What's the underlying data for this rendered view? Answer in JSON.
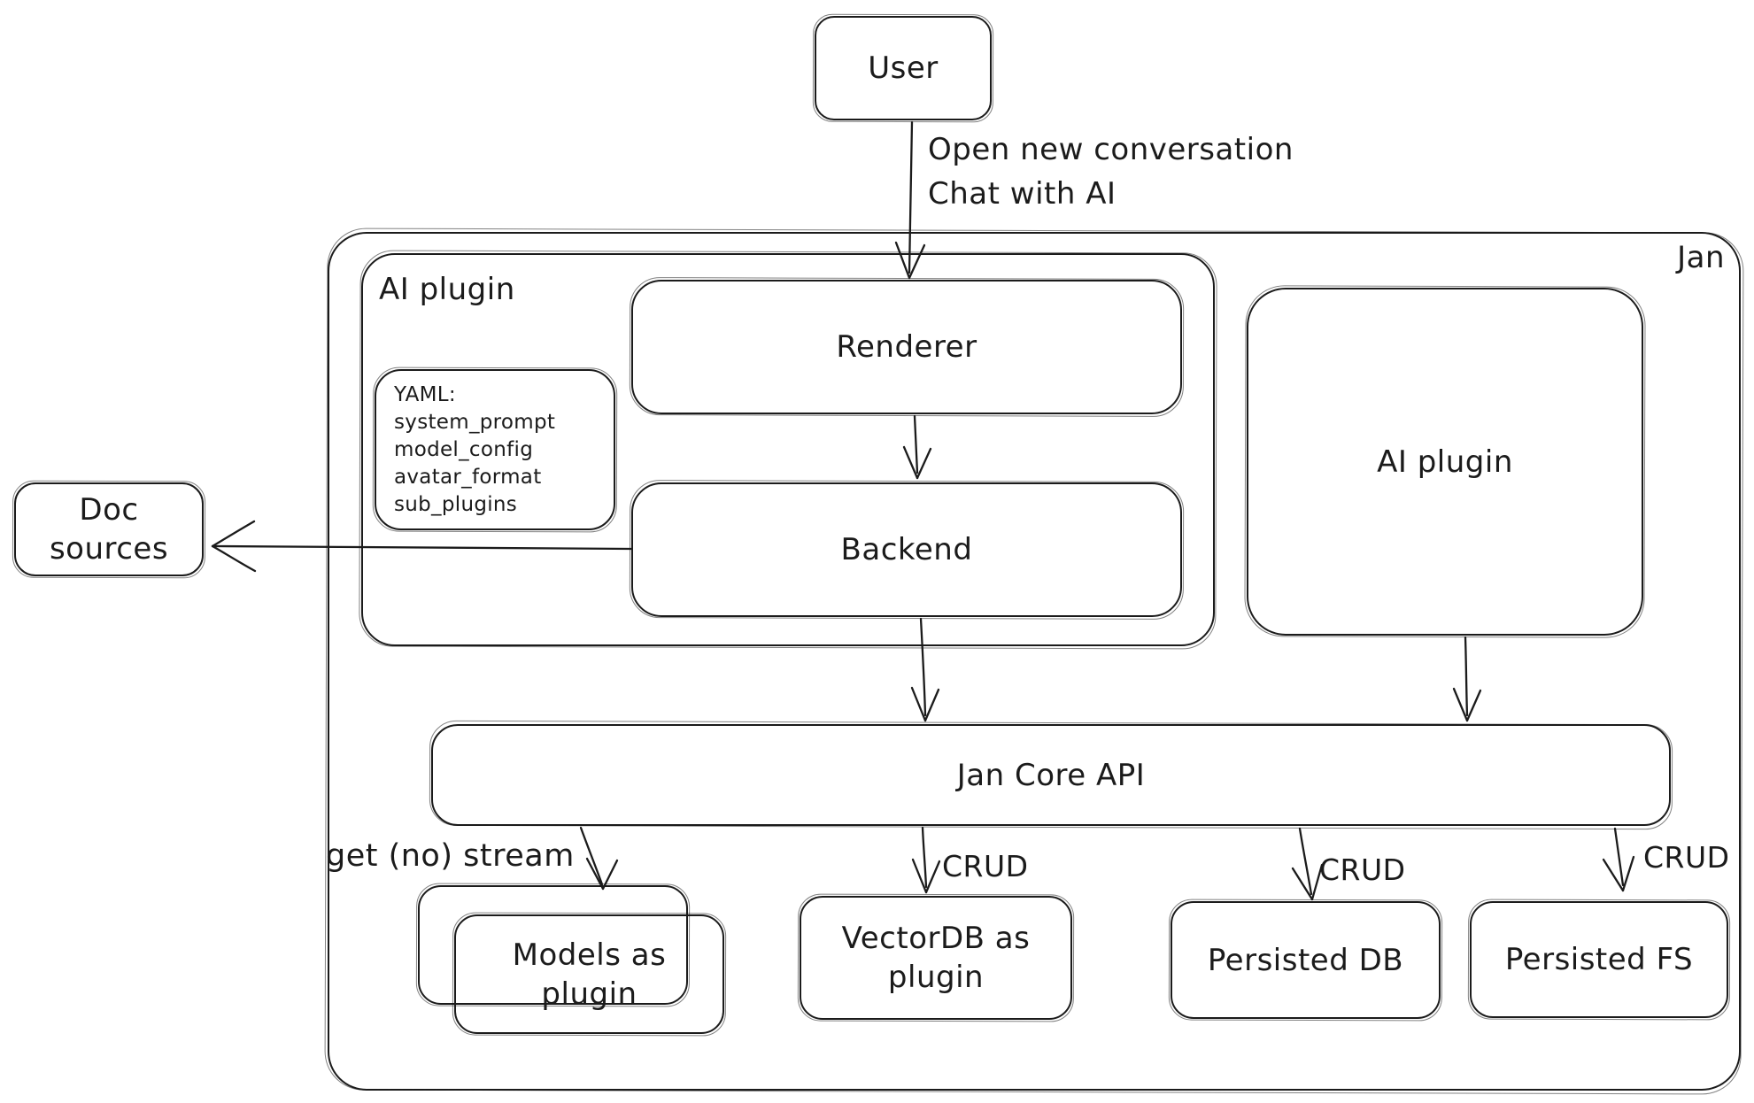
{
  "diagram": {
    "ink_color": "#1b1b1b",
    "background": "#ffffff",
    "user_label": "User",
    "flow_label_line1": "Open new conversation",
    "flow_label_line2": "Chat with AI",
    "jan_label": "Jan",
    "ai_plugin_container_label": "AI plugin",
    "renderer_label": "Renderer",
    "backend_label": "Backend",
    "yaml_note": {
      "title": "YAML:",
      "lines": [
        "system_prompt",
        "model_config",
        "avatar_format",
        "sub_plugins"
      ]
    },
    "doc_sources_label": "Doc sources",
    "ai_plugin_box_label": "AI plugin",
    "jan_core_api_label": "Jan Core API",
    "models_label": "Models as plugin",
    "vectordb_label": "VectorDB as plugin",
    "persisted_db_label": "Persisted DB",
    "persisted_fs_label": "Persisted FS",
    "edge_labels": {
      "get_no_stream": "get (no) stream",
      "crud_vectordb": "CRUD",
      "crud_persisted_db": "CRUD",
      "crud_persisted_fs": "CRUD"
    }
  }
}
